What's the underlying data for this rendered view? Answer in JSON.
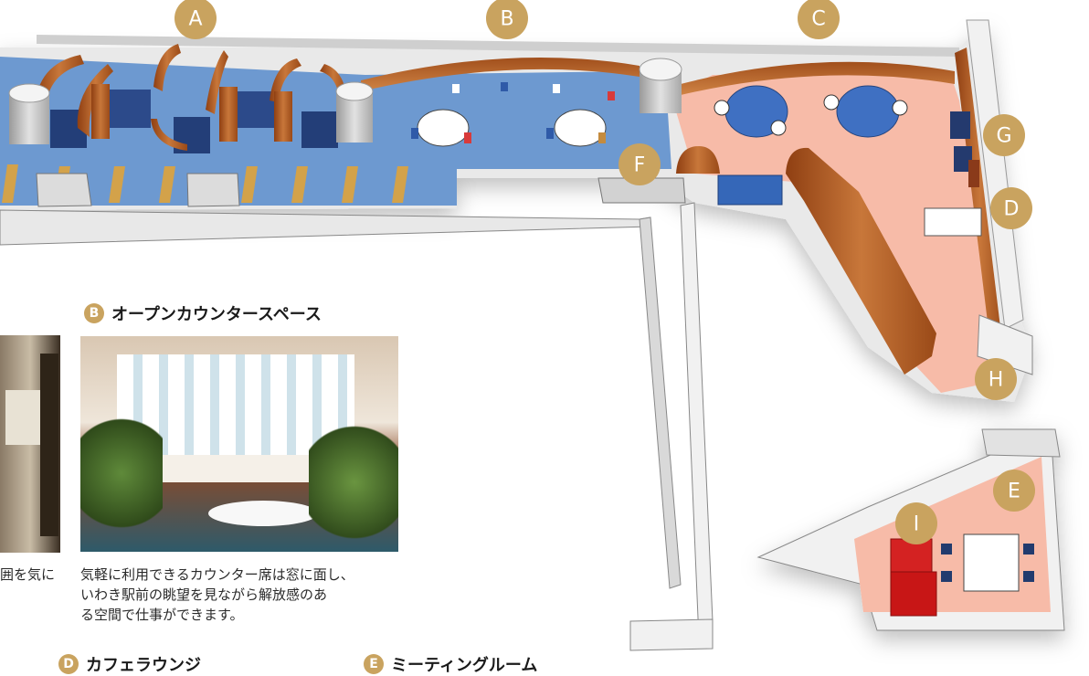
{
  "colors": {
    "badge": "#c9a35f",
    "floor_blue": "#6b97cf",
    "floor_pink": "#f6b9a6",
    "wood": "#b8642a",
    "wall": "#f2f2f2"
  },
  "zone_badges": [
    {
      "letter": "A"
    },
    {
      "letter": "B"
    },
    {
      "letter": "C"
    },
    {
      "letter": "F"
    },
    {
      "letter": "G"
    },
    {
      "letter": "D"
    },
    {
      "letter": "H"
    },
    {
      "letter": "E"
    },
    {
      "letter": "I"
    }
  ],
  "section_b": {
    "letter": "B",
    "title": "オープンカウンタースペース",
    "caption": "気軽に利用できるカウンター席は窓に面し、\nいわき駅前の眺望を見ながら解放感のあ\nる空間で仕事ができます。",
    "photo_icon": "counter-space-photo"
  },
  "section_a_fragment": {
    "caption_tail": "囲を気に",
    "photo_icon": "booth-photo"
  },
  "section_d": {
    "letter": "D",
    "title": "カフェラウンジ"
  },
  "section_e": {
    "letter": "E",
    "title": "ミーティングルーム"
  }
}
